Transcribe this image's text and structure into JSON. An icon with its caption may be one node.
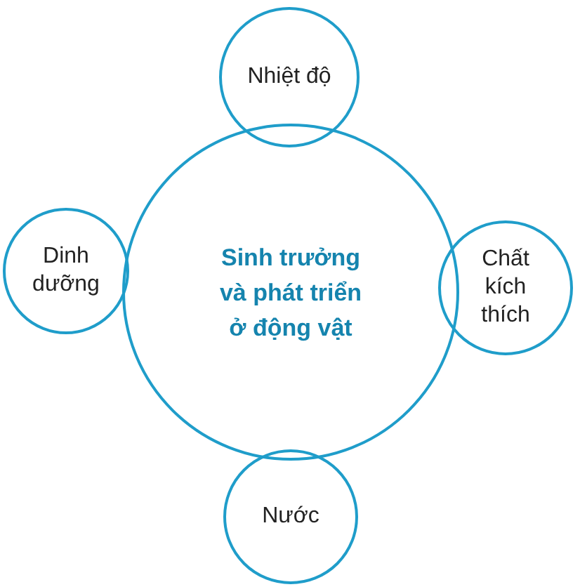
{
  "diagram": {
    "nodes": [
      {
        "text": [
          "Nhiệt độ"
        ]
      },
      {
        "text": [
          "Dinh dưỡng"
        ]
      },
      {
        "text": [
          "Sinh trưởng và phát triển ở động vật"
        ]
      },
      {
        "text": [
          "Chất kích thích"
        ]
      },
      {
        "text": [
          "Nước"
        ]
      }
    ]
  }
}
